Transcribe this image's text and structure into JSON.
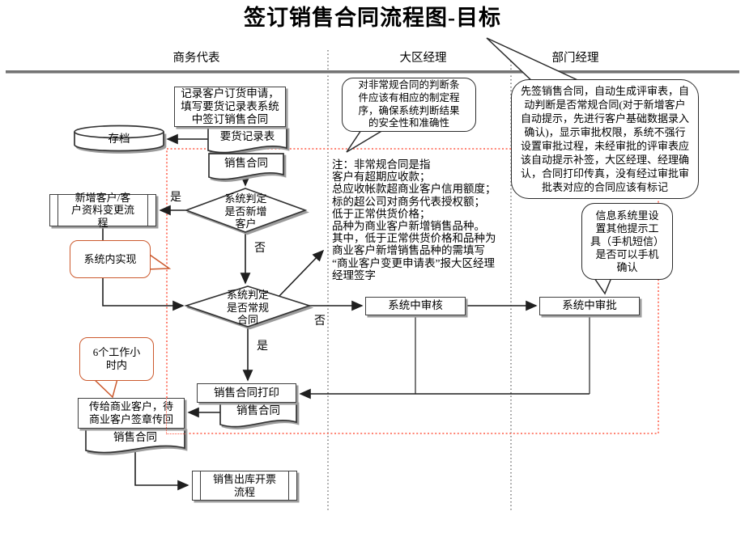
{
  "title": "签订销售合同流程图-目标",
  "lanes": {
    "business_rep": "商务代表",
    "region_manager": "大区经理",
    "dept_manager": "部门经理"
  },
  "nodes": {
    "record_order": "记录客户订货申请，\n填写要货记录表系统\n中签订销售合同",
    "archive": "存档",
    "doc_request_form": "要货记录表",
    "doc_sales_contract": "销售合同",
    "decision_new_customer": "系统判定\n是否新增\n客户",
    "subprocess_new_customer": "新增客户/客\n户资料变更流\n程",
    "decision_regular_contract": "系统判定\n是否常规\n合同",
    "system_review": "系统中审核",
    "system_approve": "系统中审批",
    "contract_print": "销售合同打印",
    "doc_sales_contract_print": "销售合同",
    "send_to_customer": "传给商业客户，待\n商业客户签章传回",
    "doc_sales_contract_return": "销售合同",
    "subprocess_outbound": "销售出库开票\n流程"
  },
  "labels": {
    "yes": "是",
    "no": "否"
  },
  "callouts": {
    "judge_condition": "对非常规合同的判断条\n件应该有相应的制定程\n序，确保系统判断结果\n的安全性和准确性",
    "presign": "先签销售合同，自动生成评审表，自\n动判断是否常规合同(对于新增客户\n自动提示，先进行客户基础数据录入\n确认)，显示审批权限，系统不强行\n设置审批过程，未经审批的评审表应\n该自动提示补签，大区经理、经理确\n认，合同打印传真，没有经过审批审\n批表对应的合同应该有标记",
    "sms": "信息系统里设\n置其他提示工\n具（手机短信）\n是否可以手机\n确认",
    "system_impl": "系统内实现",
    "six_hours": "6个工作小\n时内"
  },
  "note": "注：非常规合同是指\n客户有超期应收款；\n总应收帐款超商业客户信用额度；\n标的超公司对商务代表授权额；\n低于正常供货价格；\n品种为商业客户新增销售品种。\n其中，低于正常供货价格和品种为\n商业客户新增销售品种的需填写\n“商业客户变更申请表”报大区经理\n经理签字",
  "colors": {
    "flow_line": "#1f1f1f",
    "box_border": "#3f3f3f",
    "shadow": "#9c9c9c",
    "orange_accent": "#cc5a2e",
    "red_dotted": "#ff5a45",
    "lane_divider": "#666666",
    "header_rule": "#737373"
  }
}
